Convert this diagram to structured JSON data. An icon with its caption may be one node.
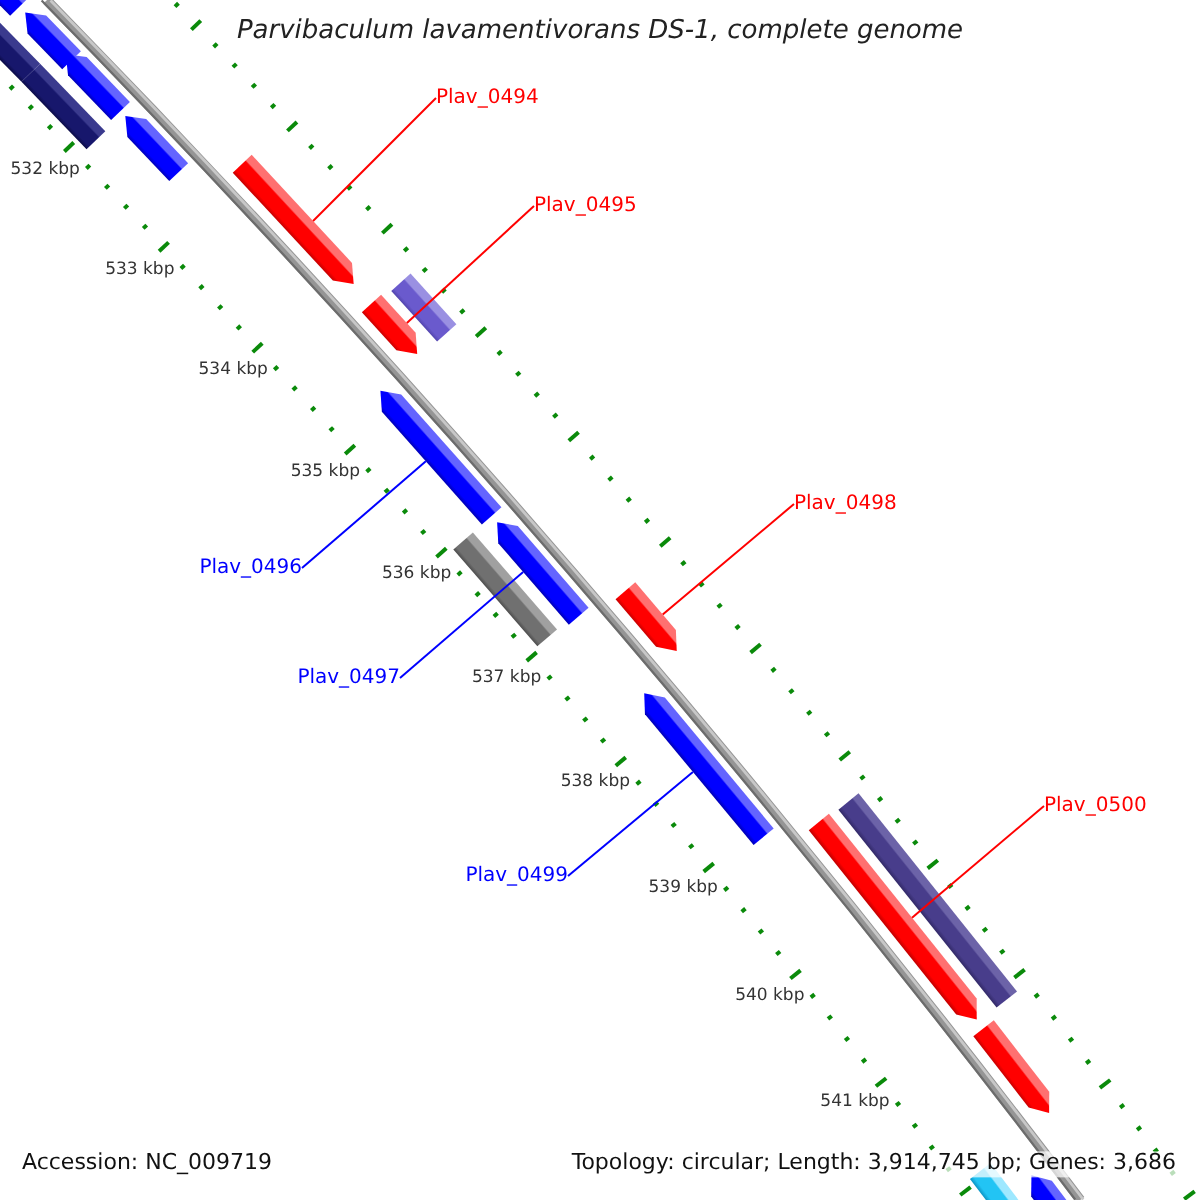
{
  "diagram": {
    "title": "Parvibaculum lavamentivorans DS-1, complete genome",
    "nodes": [
      {
        "text": [
          "Plav_0494"
        ]
      },
      {
        "text": [
          "Plav_0495"
        ]
      },
      {
        "text": [
          "Plav_0498"
        ]
      },
      {
        "text": [
          "Plav_0496"
        ]
      },
      {
        "text": [
          "Plav_0497"
        ]
      },
      {
        "text": [
          "Plav_0500"
        ]
      },
      {
        "text": [
          "Plav_0499"
        ]
      },
      {
        "text": [],
        "shape": "arrow"
      },
      {
        "text": [],
        "shape": "arrow"
      },
      {
        "text": [],
        "shape": "bar"
      },
      {
        "text": [],
        "shape": "arrow"
      },
      {
        "text": [],
        "shape": "bar"
      },
      {
        "text": [],
        "shape": "arrow"
      },
      {
        "text": [],
        "shape": "arrow"
      },
      {
        "text": [],
        "shape": "bar"
      },
      {
        "text": [],
        "shape": "arrow"
      },
      {
        "text": [],
        "shape": "arrow"
      },
      {
        "text": [],
        "shape": "arrow"
      },
      {
        "text": [],
        "shape": "bar"
      },
      {
        "text": [],
        "shape": "arrow"
      },
      {
        "text": [],
        "shape": "arrow"
      },
      {
        "text": [],
        "shape": "bar"
      },
      {
        "text": [],
        "shape": "arrow"
      },
      {
        "text": [],
        "shape": "arrow"
      },
      {
        "text": [],
        "shape": "arrow"
      },
      {
        "text": [],
        "shape": "bar"
      }
    ],
    "edges": [
      {
        "from": 0,
        "to": 13,
        "arrow": "none"
      },
      {
        "from": 1,
        "to": 15,
        "arrow": "none"
      },
      {
        "from": 2,
        "to": 19,
        "arrow": "none"
      },
      {
        "from": 3,
        "to": 16,
        "arrow": "none",
        "color": "#0000ff"
      },
      {
        "from": 4,
        "to": 17,
        "arrow": "none",
        "color": "#0000ff"
      },
      {
        "from": 5,
        "to": 22,
        "arrow": "none"
      },
      {
        "from": 6,
        "to": 20,
        "arrow": "none",
        "color": "#0000ff"
      }
    ],
    "labels": [
      "532 kbp",
      "533 kbp",
      "534 kbp",
      "535 kbp",
      "536 kbp",
      "537 kbp",
      "538 kbp",
      "539 kbp",
      "540 kbp",
      "541 kbp",
      "Accession: NC_009719",
      "Topology: circular; Length: 3,914,745 bp; Genes: 3,686"
    ]
  }
}
